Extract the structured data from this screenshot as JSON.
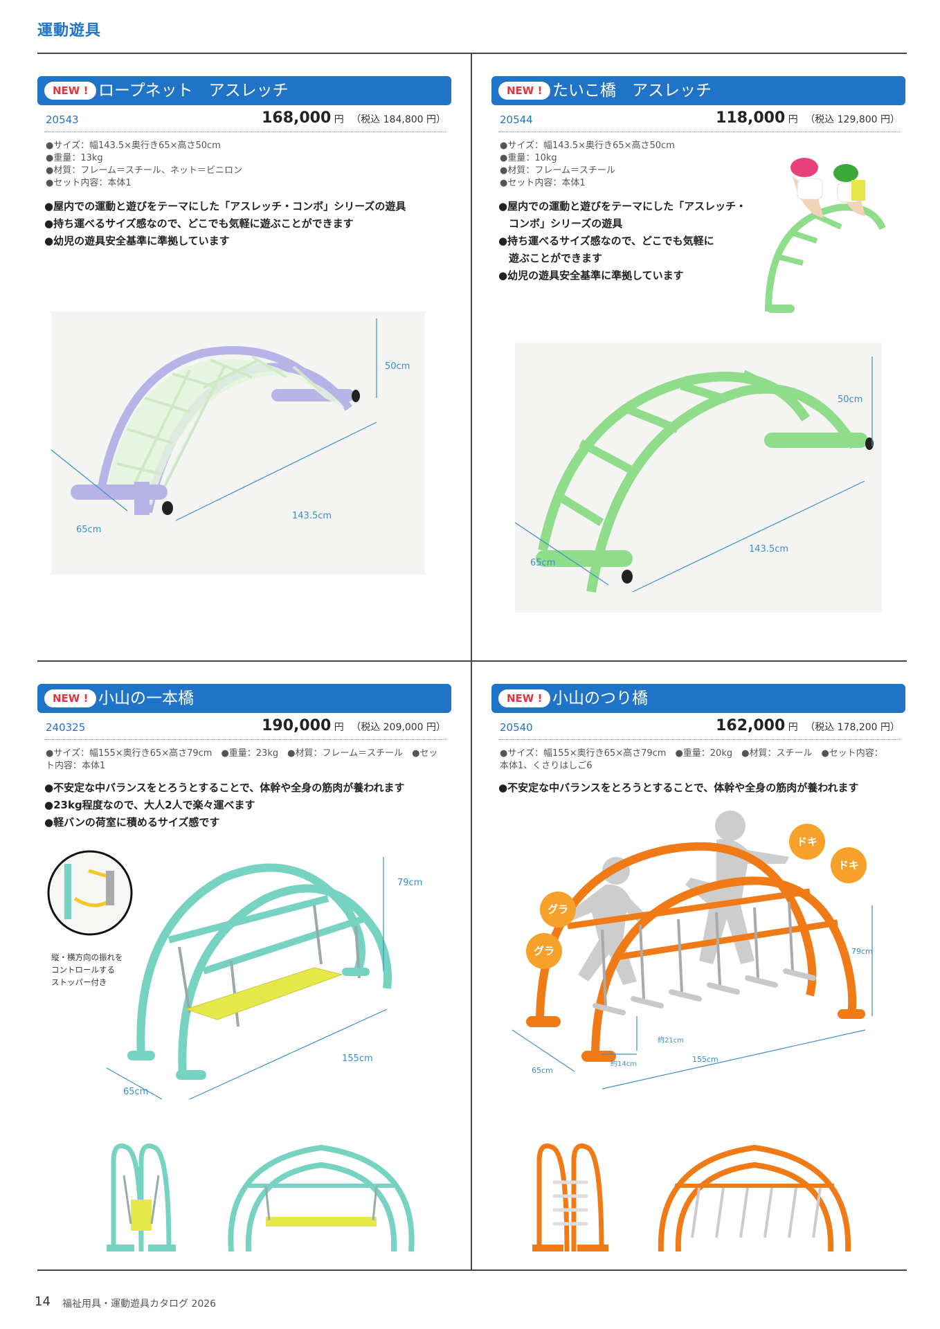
{
  "section_title": "運動遊具",
  "footer": {
    "page": "14",
    "text": "福祉用具・運動遊具カタログ 2026"
  },
  "products": [
    {
      "badge": "NEW !",
      "title": "ロープネット　アスレッチ",
      "code": "20543",
      "price": "168,000",
      "yen": "円",
      "tax": "（税込 184,800 円）",
      "specs": [
        "●サイズ：幅143.5×奥行き65×高さ50cm",
        "●重量：13kg",
        "●材質：フレーム＝スチール、ネット＝ビニロン",
        "●セット内容：本体1"
      ],
      "features": [
        "●屋内での運動と遊びをテーマにした「アスレッチ・コンボ」シリーズの遊具",
        "●持ち運べるサイズ感なので、どこでも気軽に遊ぶことができます",
        "●幼児の遊具安全基準に準拠しています"
      ],
      "dims": {
        "height": "50cm",
        "depth": "65cm",
        "width": "143.5cm"
      }
    },
    {
      "badge": "NEW !",
      "title": "たいこ橋　アスレッチ",
      "code": "20544",
      "price": "118,000",
      "yen": "円",
      "tax": "（税込 129,800 円）",
      "specs": [
        "●サイズ：幅143.5×奥行き65×高さ50cm",
        "●重量：10kg",
        "●材質：フレーム＝スチール",
        "●セット内容：本体1"
      ],
      "features": [
        "●屋内での運動と遊びをテーマにした「アスレッチ・",
        "　コンボ」シリーズの遊具",
        "●持ち運べるサイズ感なので、どこでも気軽に",
        "　遊ぶことができます",
        "●幼児の遊具安全基準に準拠しています"
      ],
      "dims": {
        "height": "50cm",
        "depth": "65cm",
        "width": "143.5cm"
      }
    },
    {
      "badge": "NEW !",
      "title": "小山の一本橋",
      "code": "240325",
      "price": "190,000",
      "yen": "円",
      "tax": "（税込 209,000 円）",
      "specs": [
        "●サイズ：幅155×奥行き65×高さ79cm　●重量：23kg　●材質：フレーム＝スチール　●セッ",
        "ト内容：本体1"
      ],
      "features": [
        "●不安定な中バランスをとろうとすることで、体幹や全身の筋肉が養われます",
        "●23kg程度なので、大人2人で楽々運べます",
        "●軽バンの荷室に積めるサイズ感です"
      ],
      "dims": {
        "height": "79cm",
        "depth": "65cm",
        "width": "155cm"
      },
      "callout": [
        "縦・横方向の振れを",
        "コントロールする",
        "ストッパー付き"
      ]
    },
    {
      "badge": "NEW !",
      "title": "小山のつり橋",
      "code": "20540",
      "price": "162,000",
      "yen": "円",
      "tax": "（税込 178,200 円）",
      "specs": [
        "●サイズ：幅155×奥行き65×高さ79cm　●重量：20kg　●材質：スチール　●セット内容：",
        "本体1、くさりはしご6"
      ],
      "features": [
        "●不安定な中バランスをとろうとすることで、体幹や全身の筋肉が養われます"
      ],
      "dims": {
        "height": "79cm",
        "depth": "65cm",
        "width": "155cm",
        "step": "約21cm",
        "gap": "約14cm"
      },
      "bubbles": [
        "ドキ",
        "ドキ",
        "グラ",
        "グラ"
      ]
    }
  ],
  "colors": {
    "brand_blue": "#1f74c8",
    "badge_red": "#e8333d",
    "net_frame": "#b7b3e6",
    "bridge_green": "#8fdc8a",
    "swing_teal": "#76d3c2",
    "suspension_orange": "#f07a16"
  }
}
